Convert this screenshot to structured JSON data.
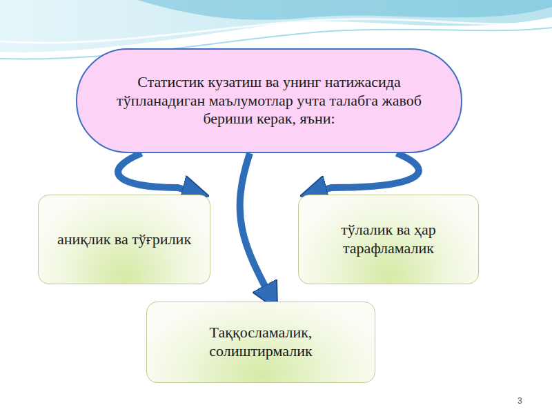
{
  "diagram": {
    "nodes": [
      {
        "text": [
          "Статистик кузатиш ва унинг натижасида тўпланадиган маълумотлар учта талабга жавоб бериши керак, яъни:"
        ]
      },
      {
        "text": [
          "аниқлик ва тўғрилик"
        ]
      },
      {
        "text": [
          "тўлалик ва ҳар тарафламалик"
        ]
      },
      {
        "text": [
          "Таққосламалик, солиштирмалик"
        ]
      }
    ],
    "edges": [
      {
        "from": 0,
        "to": 1,
        "arrow": "to"
      },
      {
        "from": 0,
        "to": 2,
        "arrow": "to"
      },
      {
        "from": 0,
        "to": 3,
        "arrow": "to"
      }
    ],
    "labels": [
      "3"
    ]
  }
}
